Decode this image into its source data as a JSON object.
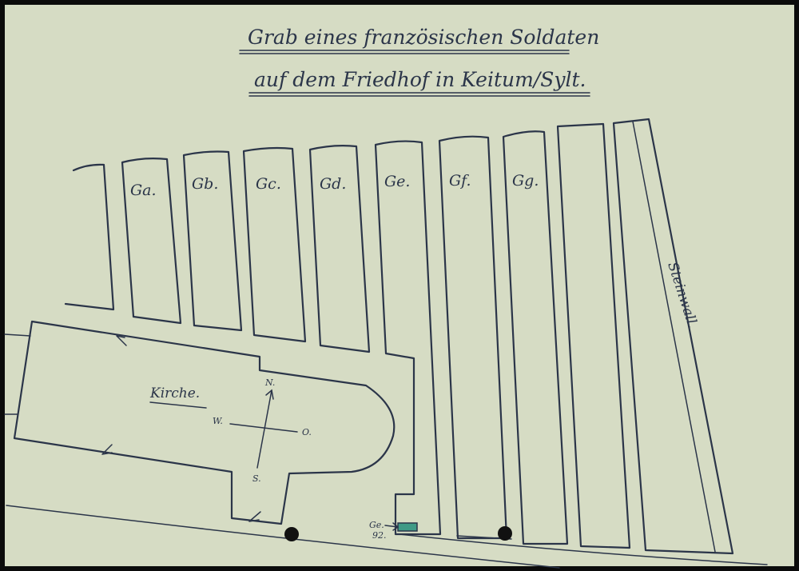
{
  "title_line1": "Grab eines französischen Soldaten",
  "title_line2": "auf dem Friedhof in Keitum/Sylt.",
  "plots": [
    {
      "label": "Ga."
    },
    {
      "label": "Gb."
    },
    {
      "label": "Gc."
    },
    {
      "label": "Gd."
    },
    {
      "label": "Ge."
    },
    {
      "label": "Gf."
    },
    {
      "label": "Gg."
    }
  ],
  "church_label": "Kirche.",
  "compass": {
    "north": "N.",
    "south": "S.",
    "west": "W.",
    "east": "O."
  },
  "road_label": "Steinwall.",
  "grave_marker": {
    "plot": "Ge.",
    "number": "92."
  },
  "colors": {
    "paper": "#d6dcc4",
    "ink": "#2b3549",
    "grave": "#3f9a86"
  }
}
